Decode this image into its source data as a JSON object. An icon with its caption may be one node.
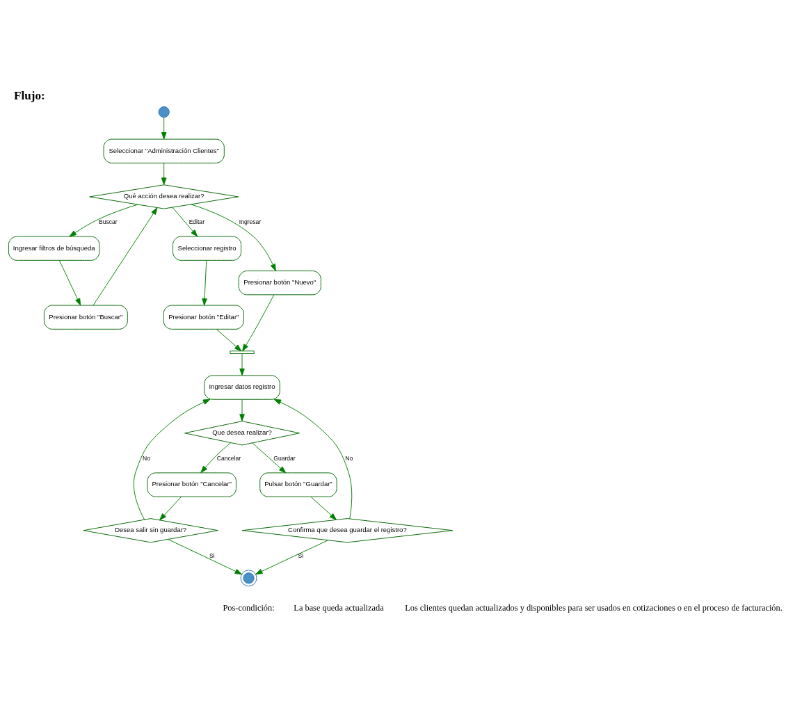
{
  "diagram": {
    "title": "Flujo:",
    "nodes": [
      {
        "text": [],
        "shape": "circle"
      },
      {
        "text": [
          "Seleccionar \"Administración Clientes\""
        ]
      },
      {
        "text": [
          "Qué acción desea realizar?"
        ]
      },
      {
        "text": [
          "Ingresar filtros de búsqueda"
        ]
      },
      {
        "text": [
          "Presionar botón \"Buscar\""
        ]
      },
      {
        "text": [
          "Seleccionar registro"
        ]
      },
      {
        "text": [
          "Presionar botón \"Editar\""
        ]
      },
      {
        "text": [
          "Presionar botón \"Nuevo\""
        ]
      },
      {
        "text": [],
        "shape": "bar"
      },
      {
        "text": [
          "Ingresar datos registro"
        ]
      },
      {
        "text": [
          "Que desea realizar?"
        ]
      },
      {
        "text": [
          "Pulsar botón \"Guardar\""
        ]
      },
      {
        "text": [
          "Presionar botón \"Cancelar\""
        ]
      },
      {
        "text": [
          "Desea salir sin guardar?"
        ]
      },
      {
        "text": [
          "Confirma que desea guardar el registro?"
        ]
      },
      {
        "text": [],
        "shape": "circle"
      }
    ],
    "edges": [
      {
        "from": 0,
        "to": 1,
        "arrow": "to"
      },
      {
        "from": 1,
        "to": 2,
        "arrow": "to"
      },
      {
        "from": 2,
        "to": 3,
        "arrow": "to",
        "label": "Buscar"
      },
      {
        "from": 2,
        "to": 5,
        "arrow": "to",
        "label": "Editar"
      },
      {
        "from": 2,
        "to": 7,
        "arrow": "to",
        "label": "Ingresar"
      },
      {
        "from": 3,
        "to": 4,
        "arrow": "to"
      },
      {
        "from": 4,
        "to": 2,
        "arrow": "to"
      },
      {
        "from": 5,
        "to": 6,
        "arrow": "to"
      },
      {
        "from": 6,
        "to": 8,
        "arrow": "to"
      },
      {
        "from": 7,
        "to": 8,
        "arrow": "to"
      },
      {
        "from": 8,
        "to": 9,
        "arrow": "to"
      },
      {
        "from": 9,
        "to": 10,
        "arrow": "to"
      },
      {
        "from": 10,
        "to": 11,
        "arrow": "to",
        "label": "Guardar"
      },
      {
        "from": 10,
        "to": 12,
        "arrow": "to",
        "label": "Cancelar"
      },
      {
        "from": 12,
        "to": 13,
        "arrow": "to"
      },
      {
        "from": 13,
        "to": 9,
        "arrow": "to",
        "label": "No"
      },
      {
        "from": 13,
        "to": 15,
        "arrow": "to",
        "label": "Si"
      },
      {
        "from": 11,
        "to": 14,
        "arrow": "to"
      },
      {
        "from": 14,
        "to": 9,
        "arrow": "to",
        "label": "No"
      },
      {
        "from": 14,
        "to": 15,
        "arrow": "to",
        "label": "Si"
      }
    ],
    "labels": [
      "Pos-condición:",
      "La base queda actualizada",
      "Los clientes quedan actualizados y disponibles para ser usados en cotizaciones o en el proceso de facturación."
    ]
  }
}
